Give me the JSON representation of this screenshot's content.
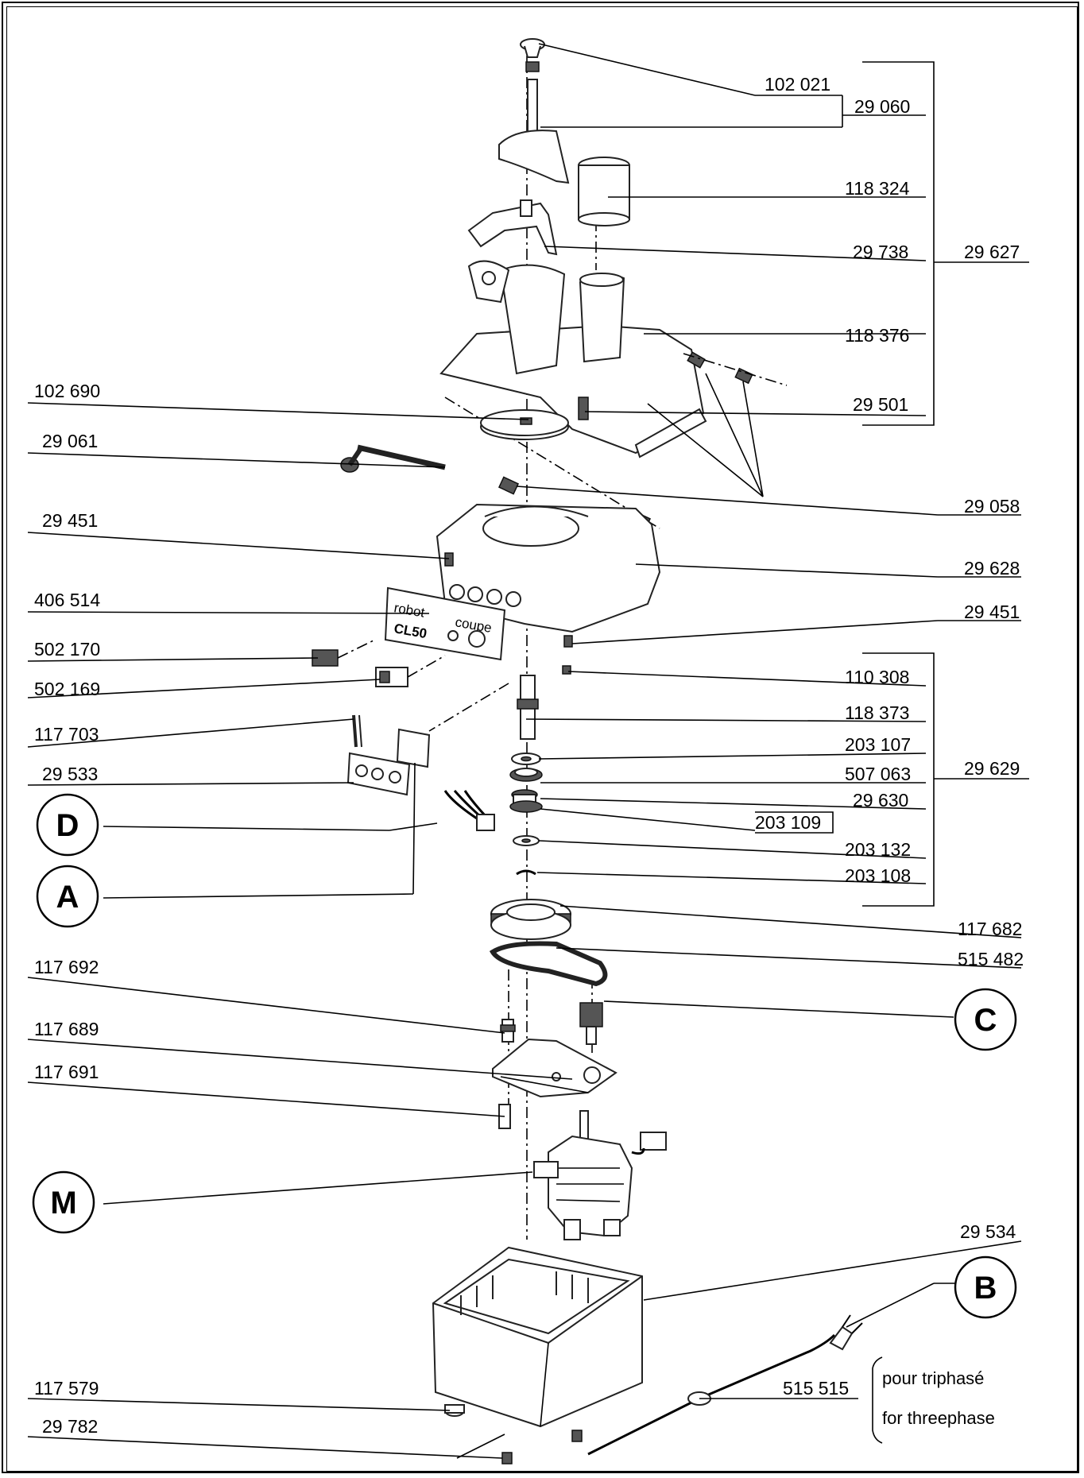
{
  "labels": {
    "l_102021": "102 021",
    "l_29060": "29 060",
    "l_118324": "118 324",
    "l_29738": "29 738",
    "l_29627": "29 627",
    "l_118376": "118 376",
    "l_102690": "102 690",
    "l_29501": "29 501",
    "l_29061": "29 061",
    "l_29058": "29 058",
    "l_29451a": "29 451",
    "l_29628": "29 628",
    "l_406514": "406 514",
    "l_29451b": "29 451",
    "l_502170": "502 170",
    "l_110308": "110 308",
    "l_502169": "502 169",
    "l_118373": "118 373",
    "l_117703": "117 703",
    "l_203107": "203 107",
    "l_29533": "29 533",
    "l_507063": "507 063",
    "l_29629": "29 629",
    "l_29630": "29 630",
    "l_203109": "203 109",
    "l_203132": "203 132",
    "l_203108": "203 108",
    "l_117682": "117 682",
    "l_515482": "515 482",
    "l_117692": "117 692",
    "l_117689": "117 689",
    "l_117691": "117 691",
    "l_29534": "29 534",
    "l_515515": "515 515",
    "l_117579": "117 579",
    "l_29782": "29 782"
  },
  "circles": {
    "D": "D",
    "A": "A",
    "C": "C",
    "M": "M",
    "B": "B"
  },
  "plate_text": {
    "brand1": "robot",
    "brand2": "coupe",
    "model": "CL50"
  },
  "notes": {
    "fr": "pour triphasé",
    "en": "for threephase"
  }
}
